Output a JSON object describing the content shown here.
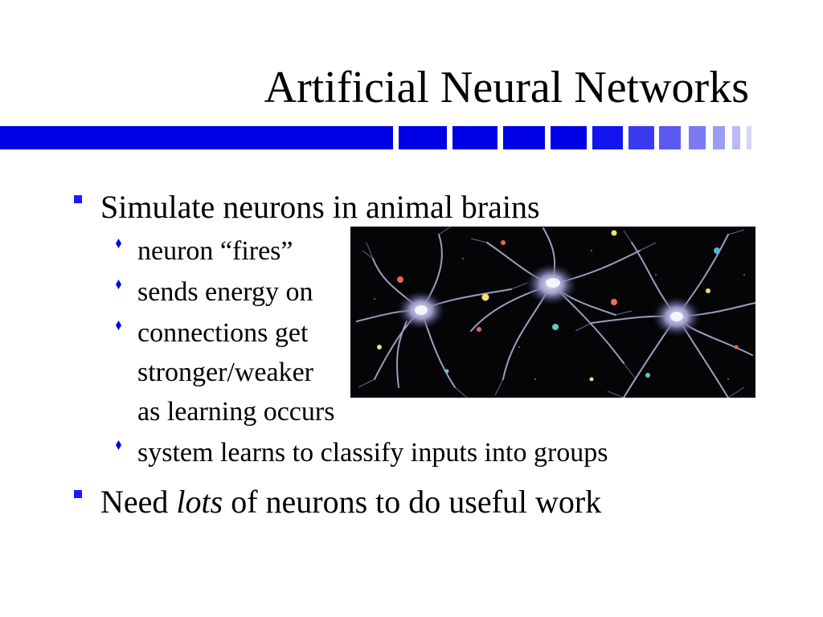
{
  "slide": {
    "title": "Artificial Neural Networks",
    "bullets": [
      {
        "text": "Simulate neurons in animal brains",
        "sub": [
          "neuron “fires”",
          "sends energy on",
          "connections get",
          "stronger/weaker",
          "as learning occurs",
          "system learns to classify inputs into groups"
        ]
      },
      {
        "pre": "Need ",
        "em": "lots",
        "post": " of neurons to do useful work"
      }
    ]
  },
  "colors": {
    "accent": "#0000e6",
    "bullet": "#1a1aff",
    "photo_bg": "#050508"
  },
  "image": {
    "icon": "neuron-network-photo"
  }
}
